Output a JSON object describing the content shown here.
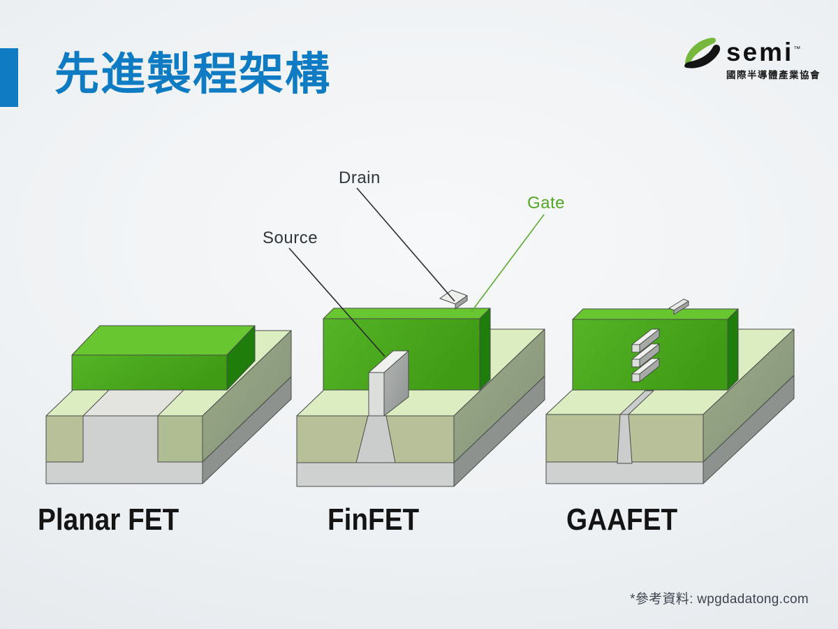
{
  "title": {
    "text": "先進製程架構"
  },
  "logo": {
    "brand": "semi",
    "trademark": "™",
    "subtitle": "國際半導體產業協會",
    "green": "#76b83c",
    "black": "#141414"
  },
  "annotations": {
    "drain": "Drain",
    "source": "Source",
    "gate": "Gate"
  },
  "devices": [
    {
      "name": "Planar FET"
    },
    {
      "name": "FinFET"
    },
    {
      "name": "GAAFET"
    }
  ],
  "footnote": "*參考資料: wpgdadatong.com",
  "colors": {
    "title_blue": "#0e7bc2",
    "gate_green_front": "#45a31a",
    "gate_green_top": "#68c730",
    "gate_green_side": "#1f7d0c",
    "substrate_top_green": "#dcedc2",
    "substrate_olive": "#b7c098",
    "annotation_green": "#52a825",
    "leader_line_dark": "#272c30"
  }
}
